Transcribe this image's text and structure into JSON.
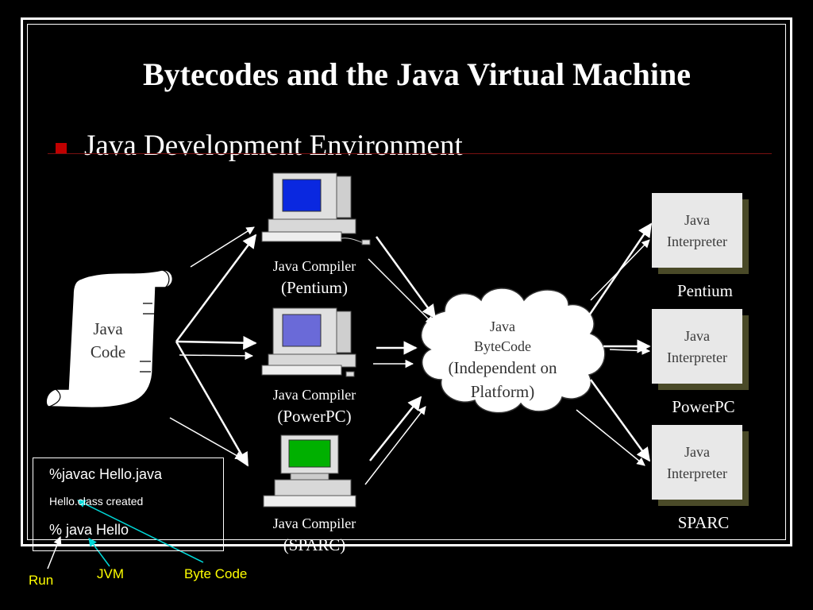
{
  "slide": {
    "title": "Bytecodes and the Java Virtual Machine",
    "bullet": "Java Development Environment"
  },
  "source": {
    "line1": "Java",
    "line2": "Code"
  },
  "compilers": [
    {
      "label": "Java Compiler",
      "platform": "(Pentium)"
    },
    {
      "label": "Java Compiler",
      "platform": "(PowerPC)"
    },
    {
      "label": "Java Compiler",
      "platform": "(SPARC)"
    }
  ],
  "bytecode": {
    "line1": "Java",
    "line2": "ByteCode",
    "line3": "(Independent on",
    "line4": "Platform)"
  },
  "interpreters": [
    {
      "line1": "Java",
      "line2": "Interpreter",
      "platform": "Pentium"
    },
    {
      "line1": "Java",
      "line2": "Interpreter",
      "platform": "PowerPC"
    },
    {
      "line1": "Java",
      "line2": "Interpreter",
      "platform": "SPARC"
    }
  ],
  "commands": {
    "compile": "%javac Hello.java",
    "result": "Hello.class created",
    "run": "% java Hello"
  },
  "annotations": {
    "run": "Run",
    "jvm": "JVM",
    "bytecode": "Byte Code"
  },
  "colors": {
    "bullet": "#c00000",
    "annotation_text": "#ffff00",
    "annotation_arrow": "#00d8d8",
    "screen_blue": "#0a28e0",
    "screen_lavender": "#6a6ad8",
    "screen_green": "#00b000"
  }
}
